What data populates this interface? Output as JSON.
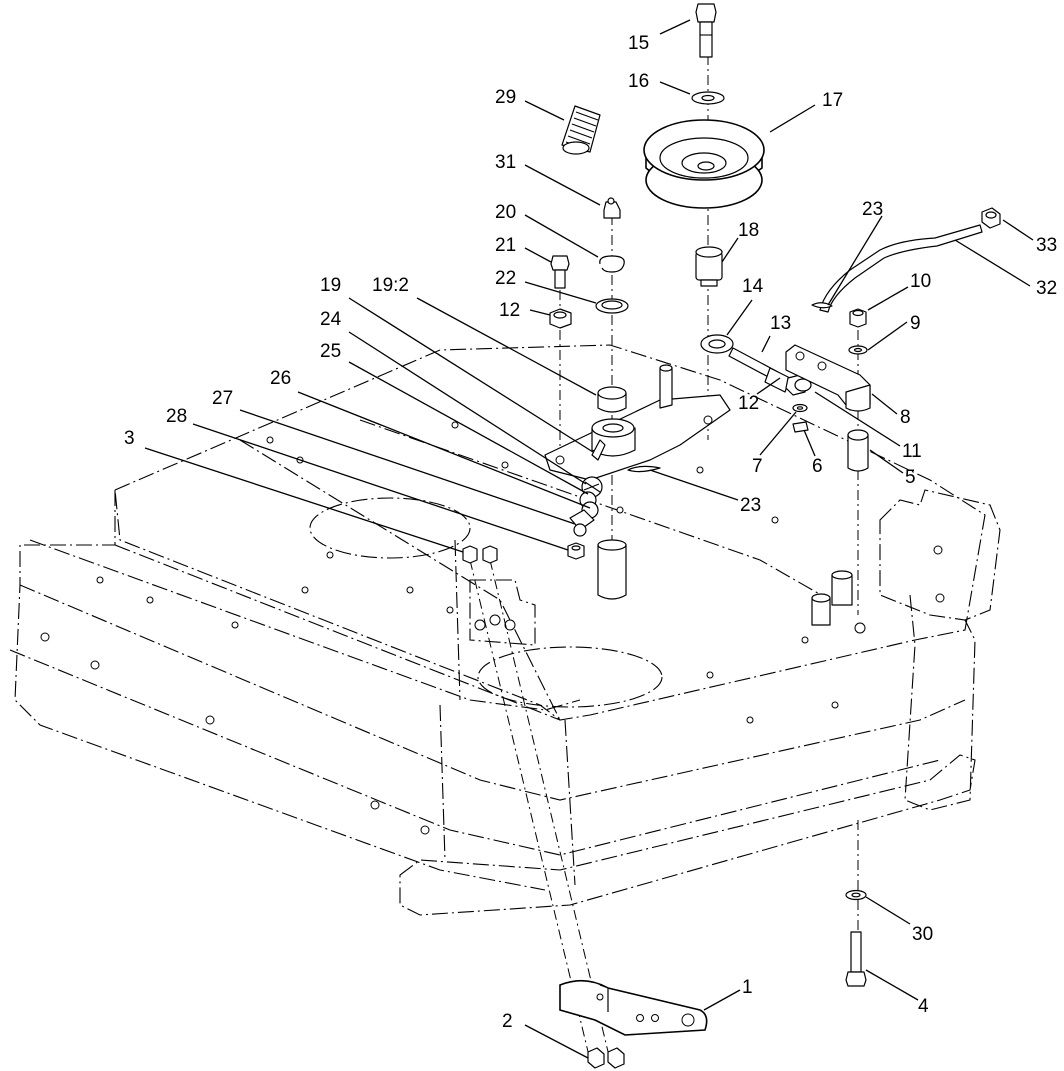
{
  "callouts": [
    {
      "id": "c15",
      "text": "15"
    },
    {
      "id": "c16",
      "text": "16"
    },
    {
      "id": "c17",
      "text": "17"
    },
    {
      "id": "c29",
      "text": "29"
    },
    {
      "id": "c31",
      "text": "31"
    },
    {
      "id": "c20",
      "text": "20"
    },
    {
      "id": "c21",
      "text": "21"
    },
    {
      "id": "c22",
      "text": "22"
    },
    {
      "id": "c12a",
      "text": "12"
    },
    {
      "id": "c19",
      "text": "19"
    },
    {
      "id": "c19_2",
      "text": "19:2"
    },
    {
      "id": "c24",
      "text": "24"
    },
    {
      "id": "c25",
      "text": "25"
    },
    {
      "id": "c26",
      "text": "26"
    },
    {
      "id": "c27",
      "text": "27"
    },
    {
      "id": "c28",
      "text": "28"
    },
    {
      "id": "c3",
      "text": "3"
    },
    {
      "id": "c18",
      "text": "18"
    },
    {
      "id": "c23a",
      "text": "23"
    },
    {
      "id": "c33",
      "text": "33"
    },
    {
      "id": "c32",
      "text": "32"
    },
    {
      "id": "c14",
      "text": "14"
    },
    {
      "id": "c13",
      "text": "13"
    },
    {
      "id": "c10",
      "text": "10"
    },
    {
      "id": "c9",
      "text": "9"
    },
    {
      "id": "c8",
      "text": "8"
    },
    {
      "id": "c12b",
      "text": "12"
    },
    {
      "id": "c11",
      "text": "11"
    },
    {
      "id": "c7",
      "text": "7"
    },
    {
      "id": "c6",
      "text": "6"
    },
    {
      "id": "c5",
      "text": "5"
    },
    {
      "id": "c23b",
      "text": "23"
    },
    {
      "id": "c30",
      "text": "30"
    },
    {
      "id": "c4",
      "text": "4"
    },
    {
      "id": "c1",
      "text": "1"
    },
    {
      "id": "c2",
      "text": "2"
    }
  ]
}
